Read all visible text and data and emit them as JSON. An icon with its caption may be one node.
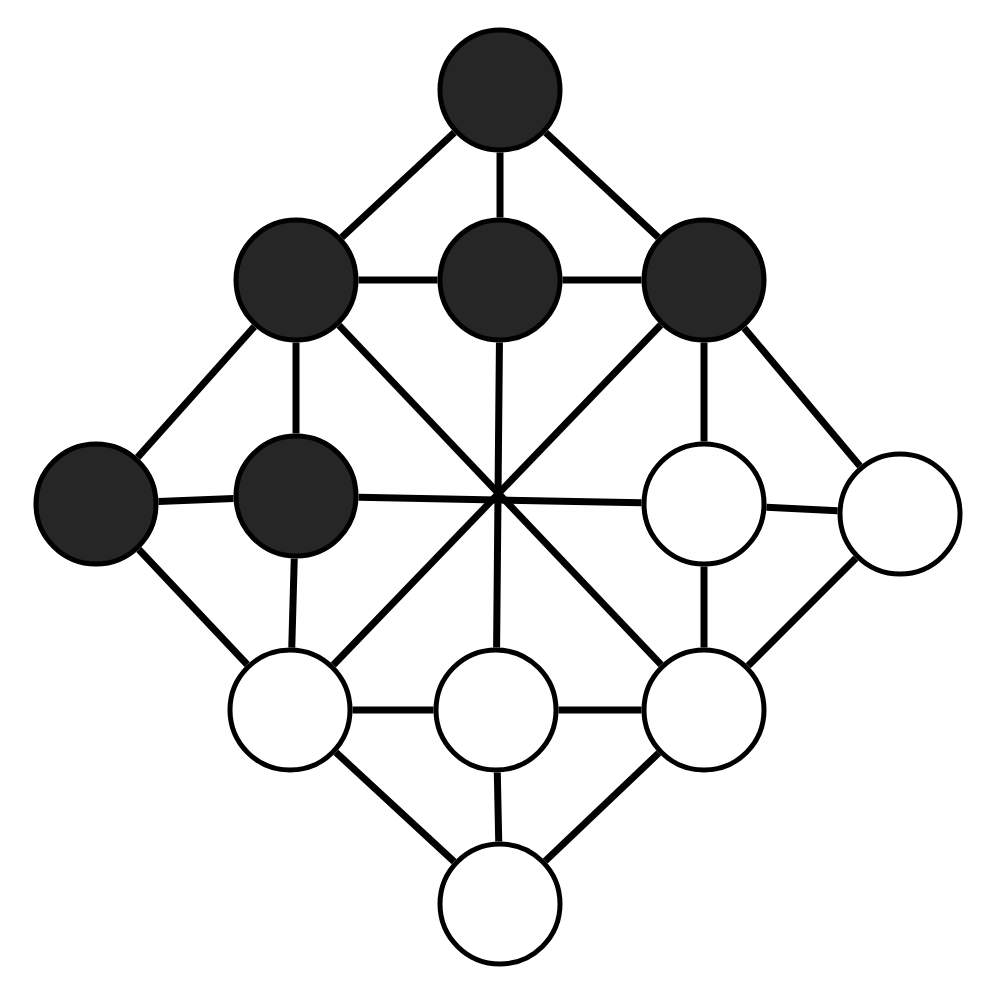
{
  "diagram": {
    "nodes": [
      {
        "text": [],
        "shape": "circle"
      },
      {
        "text": [],
        "shape": "circle"
      },
      {
        "text": [],
        "shape": "circle"
      },
      {
        "text": [],
        "shape": "circle"
      },
      {
        "text": [],
        "shape": "circle"
      },
      {
        "text": [],
        "shape": "circle"
      },
      {
        "text": [],
        "shape": "circle"
      },
      {
        "text": [],
        "shape": "circle"
      },
      {
        "text": [],
        "shape": "circle"
      },
      {
        "text": [],
        "shape": "circle"
      },
      {
        "text": [],
        "shape": "circle"
      },
      {
        "text": [],
        "shape": "circle"
      }
    ],
    "edges": [
      {
        "from": 0,
        "to": 1,
        "arrow": "none"
      },
      {
        "from": 1,
        "to": 4,
        "arrow": "none"
      },
      {
        "from": 0,
        "to": 3,
        "arrow": "none"
      },
      {
        "from": 3,
        "to": 7,
        "arrow": "none"
      },
      {
        "from": 4,
        "to": 8,
        "arrow": "none"
      },
      {
        "from": 8,
        "to": 11,
        "arrow": "none"
      },
      {
        "from": 7,
        "to": 10,
        "arrow": "none"
      },
      {
        "from": 10,
        "to": 11,
        "arrow": "none"
      },
      {
        "from": 0,
        "to": 2,
        "arrow": "none"
      },
      {
        "from": 1,
        "to": 2,
        "arrow": "none"
      },
      {
        "from": 2,
        "to": 3,
        "arrow": "none"
      },
      {
        "from": 4,
        "to": 5,
        "arrow": "none"
      },
      {
        "from": 1,
        "to": 5,
        "arrow": "none"
      },
      {
        "from": 3,
        "to": 6,
        "arrow": "none"
      },
      {
        "from": 6,
        "to": 7,
        "arrow": "none"
      },
      {
        "from": 5,
        "to": 8,
        "arrow": "none"
      },
      {
        "from": 6,
        "to": 10,
        "arrow": "none"
      },
      {
        "from": 8,
        "to": 9,
        "arrow": "none"
      },
      {
        "from": 9,
        "to": 10,
        "arrow": "none"
      },
      {
        "from": 9,
        "to": 11,
        "arrow": "none"
      },
      {
        "from": 1,
        "to": 10,
        "arrow": "none"
      },
      {
        "from": 2,
        "to": 9,
        "arrow": "none"
      },
      {
        "from": 3,
        "to": 8,
        "arrow": "none"
      },
      {
        "from": 5,
        "to": 6,
        "arrow": "none"
      }
    ]
  }
}
